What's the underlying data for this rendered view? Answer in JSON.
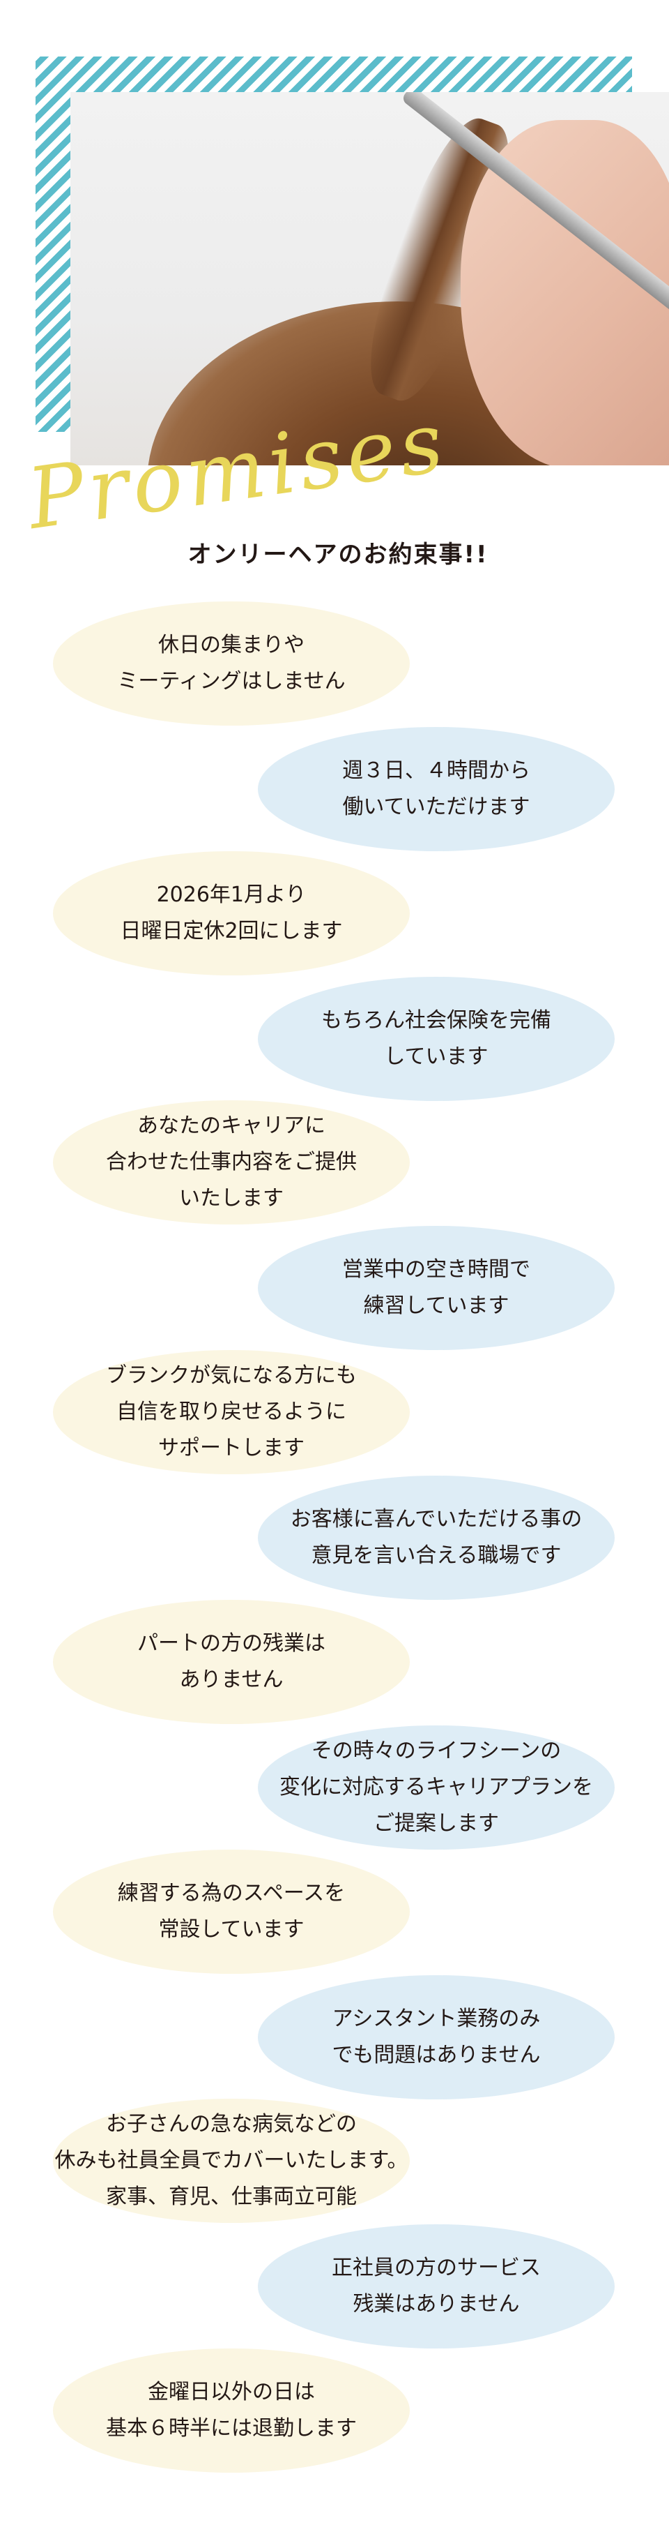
{
  "hero": {
    "script_title": "Promises",
    "heading": "オンリーヘアのお約束事!!",
    "stripe_color": "#5bbccb",
    "script_color": "#e8d65a"
  },
  "colors": {
    "left_bubble": "#fbf6e2",
    "right_bubble": "#deedf6",
    "text": "#231815"
  },
  "promises": [
    {
      "side": "left",
      "lines": [
        "休日の集まりや",
        "ミーティングはしません"
      ]
    },
    {
      "side": "right",
      "lines": [
        "週３日、４時間から",
        "働いていただけます"
      ]
    },
    {
      "side": "left",
      "lines": [
        "2026年1月より",
        "日曜日定休2回にします"
      ]
    },
    {
      "side": "right",
      "lines": [
        "もちろん社会保険を完備",
        "しています"
      ]
    },
    {
      "side": "left",
      "lines": [
        "あなたのキャリアに",
        "合わせた仕事内容をご提供",
        "いたします"
      ]
    },
    {
      "side": "right",
      "lines": [
        "営業中の空き時間で",
        "練習しています"
      ]
    },
    {
      "side": "left",
      "lines": [
        "ブランクが気になる方にも",
        "自信を取り戻せるように",
        "サポートします"
      ]
    },
    {
      "side": "right",
      "lines": [
        "お客様に喜んでいただける事の",
        "意見を言い合える職場です"
      ]
    },
    {
      "side": "left",
      "lines": [
        "パートの方の残業は",
        "ありません"
      ]
    },
    {
      "side": "right",
      "lines": [
        "その時々のライフシーンの",
        "変化に対応するキャリアプランを",
        "ご提案します"
      ]
    },
    {
      "side": "left",
      "lines": [
        "練習する為のスペースを",
        "常設しています"
      ]
    },
    {
      "side": "right",
      "lines": [
        "アシスタント業務のみ",
        "でも問題はありません"
      ]
    },
    {
      "side": "left",
      "lines": [
        "お子さんの急な病気などの",
        "休みも社員全員でカバーいたします。",
        "家事、育児、仕事両立可能"
      ]
    },
    {
      "side": "right",
      "lines": [
        "正社員の方のサービス",
        "残業はありません"
      ]
    },
    {
      "side": "left",
      "lines": [
        "金曜日以外の日は",
        "基本６時半には退勤します"
      ]
    }
  ]
}
